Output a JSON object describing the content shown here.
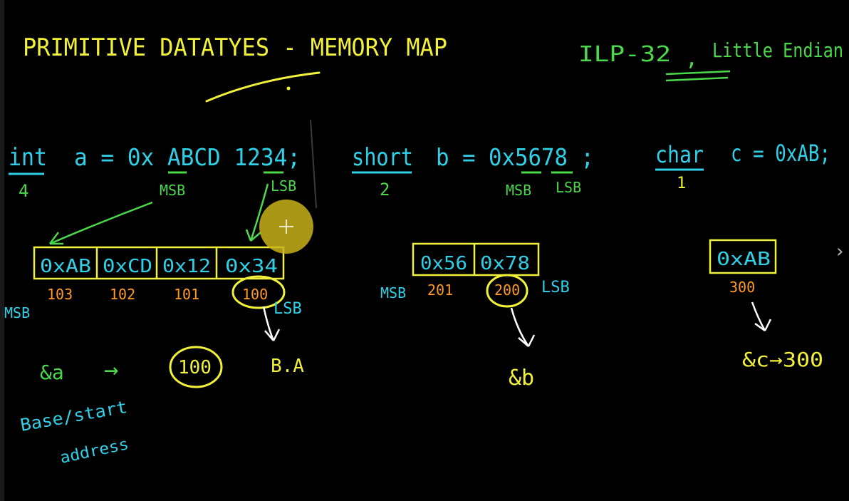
{
  "title": "PRIMITIVE DATATYES - MEMORY MAP",
  "heading_right": {
    "model": "ILP-32",
    "separator": ",",
    "endianness": "Little Endian"
  },
  "colors": {
    "yellow": "#f2f23a",
    "green": "#4bd84b",
    "cyan": "#2fd0e8",
    "orange": "#ff9a26",
    "white": "#ffffff",
    "pointer": "#c9b21a"
  },
  "int_section": {
    "type": "int",
    "size": "4",
    "decl": "a = 0x ABCD 1234;",
    "msb_label": "MSB",
    "lsb_label": "LSB",
    "cells": [
      "0xAB",
      "0xCD",
      "0x12",
      "0x34"
    ],
    "addresses": [
      "103",
      "102",
      "101",
      "100"
    ],
    "msb_side": "MSB",
    "lsb_side": "LSB",
    "base_marker": "B.A",
    "address_of": "&a",
    "arrow": "→",
    "base_value": "100",
    "note_line1": "Base/start",
    "note_line2": "address"
  },
  "short_section": {
    "type": "short",
    "size": "2",
    "decl": "b = 0x5678 ;",
    "msb_label": "MSB",
    "lsb_label": "LSB",
    "cells": [
      "0x56",
      "0x78"
    ],
    "addresses": [
      "201",
      "200"
    ],
    "msb_side": "MSB",
    "lsb_side": "LSB",
    "address_of": "&b"
  },
  "char_section": {
    "type": "char",
    "size": "1",
    "decl": "c = 0xAB;",
    "cells": [
      "0xAB"
    ],
    "addresses": [
      "300"
    ],
    "address_of": "&c→300"
  },
  "nav": {
    "next_icon": "chevron-right-icon",
    "glyph": "›"
  }
}
